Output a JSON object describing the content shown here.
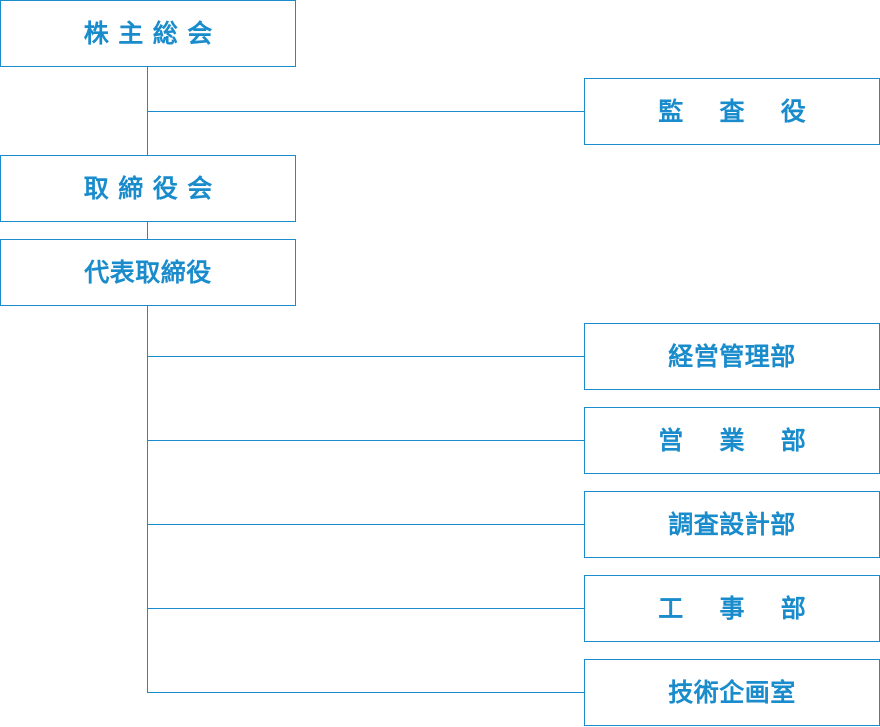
{
  "org_chart": {
    "shareholders_meeting": "株主総会",
    "auditor": "監査役",
    "board_of_directors": "取締役会",
    "representative_director": "代表取締役",
    "departments": [
      "経営管理部",
      "営業部",
      "調査設計部",
      "工事部",
      "技術企画室"
    ]
  },
  "colors": {
    "accent": "#1a8ccc",
    "background": "#ffffff"
  }
}
